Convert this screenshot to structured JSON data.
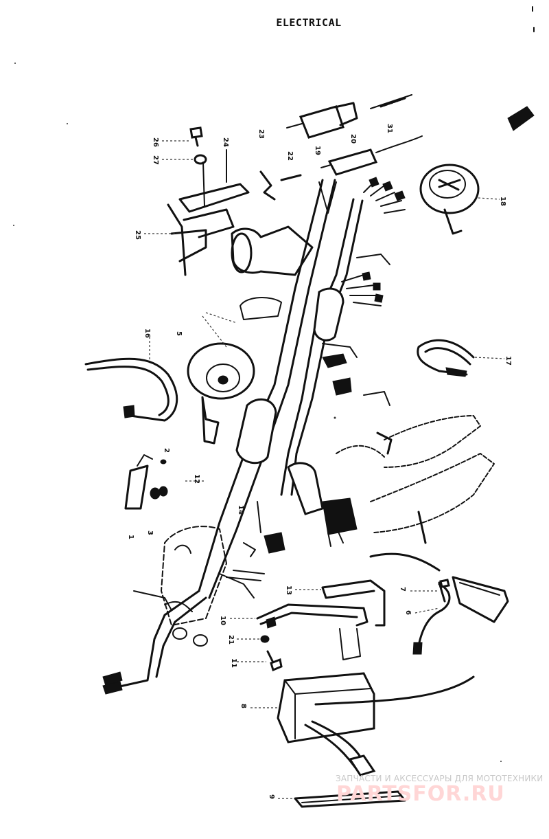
{
  "title": "ELECTRICAL",
  "watermark": {
    "tagline": "ЗАПЧАСТИ И АКСЕССУАРЫ ДЛЯ МОТОТЕХНИКИ",
    "brand": "PARTSFOR.RU"
  },
  "ink_color": "#111111",
  "watermark_color": "#ffd6d6"
}
